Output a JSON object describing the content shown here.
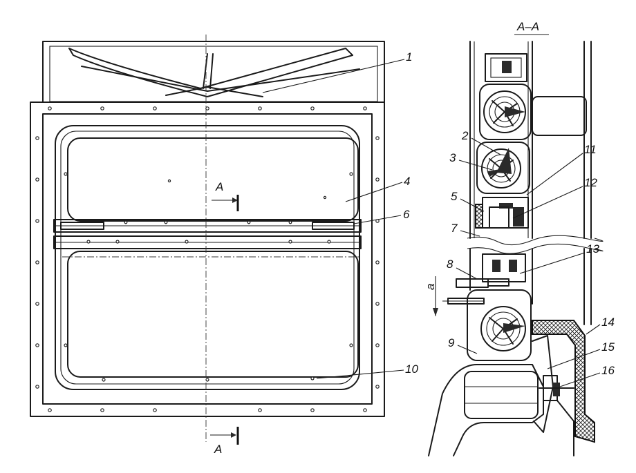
{
  "section": {
    "title": "A–A",
    "cut_letter_top": "A",
    "cut_letter_bottom": "A",
    "side_mark": "a"
  },
  "callouts": [
    "1",
    "2",
    "3",
    "4",
    "5",
    "6",
    "7",
    "8",
    "9",
    "10",
    "11",
    "12",
    "13",
    "14",
    "15",
    "16"
  ]
}
